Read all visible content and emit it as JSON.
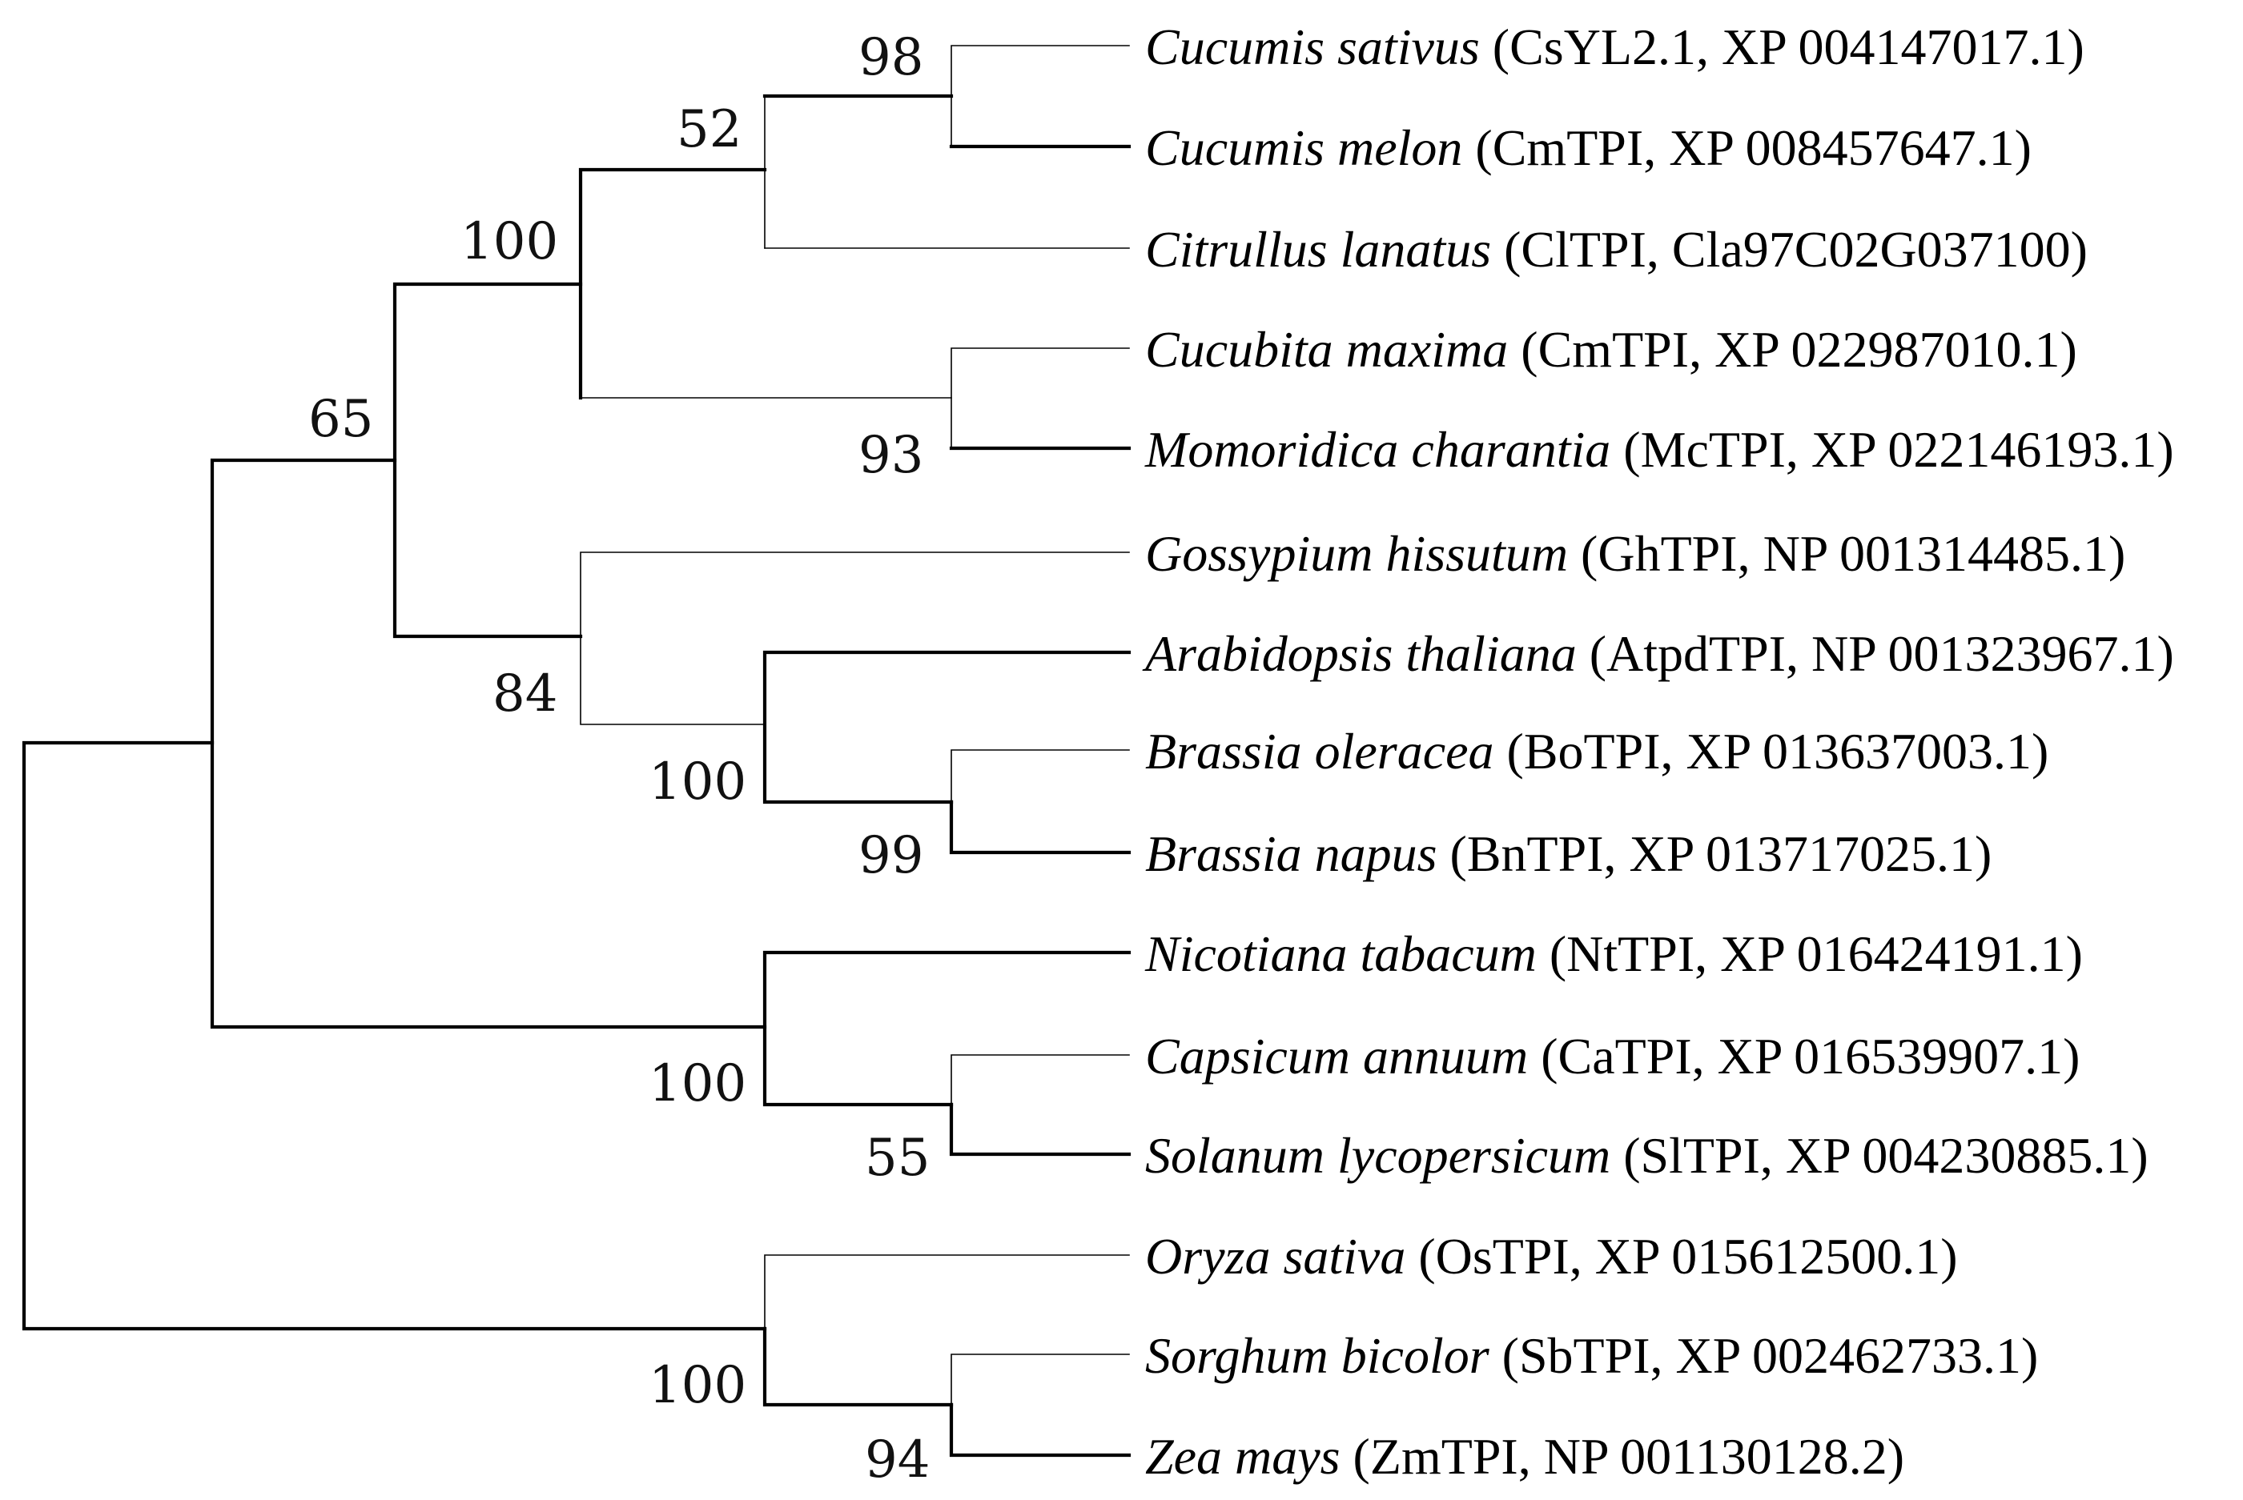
{
  "tree": {
    "taxa": [
      {
        "species": "Cucumis sativus",
        "accession": " (CsYL2.1, XP 004147017.1)"
      },
      {
        "species": "Cucumis melon",
        "accession": " (CmTPI, XP 008457647.1)"
      },
      {
        "species": "Citrullus lanatus",
        "accession": " (ClTPI, Cla97C02G037100)"
      },
      {
        "species": "Cucubita maxima",
        "accession": " (CmTPI, XP 022987010.1)"
      },
      {
        "species": "Momoridica charantia",
        "accession": " (McTPI, XP 022146193.1)"
      },
      {
        "species": "Gossypium hissutum",
        "accession": " (GhTPI, NP 001314485.1)"
      },
      {
        "species": "Arabidopsis thaliana",
        "accession": " (AtpdTPI, NP 001323967.1)"
      },
      {
        "species": "Brassia oleracea",
        "accession": " (BoTPI, XP 013637003.1)"
      },
      {
        "species": "Brassia napus",
        "accession": " (BnTPI, XP 013717025.1)"
      },
      {
        "species": "Nicotiana tabacum",
        "accession": " (NtTPI, XP 016424191.1)"
      },
      {
        "species": "Capsicum annuum",
        "accession": " (CaTPI, XP 016539907.1)"
      },
      {
        "species": "Solanum lycopersicum",
        "accession": " (SlTPI, XP 004230885.1)"
      },
      {
        "species": "Oryza sativa",
        "accession": " (OsTPI, XP 015612500.1)"
      },
      {
        "species": "Sorghum bicolor",
        "accession": " (SbTPI, XP 002462733.1)"
      },
      {
        "species": "Zea mays",
        "accession": " (ZmTPI, NP 001130128.2)"
      }
    ],
    "bootstrap": {
      "cucumis": "98",
      "cucumis_citrullus": "52",
      "cucurbitaceae": "100",
      "cucurbita_momordica": "93",
      "eudicot_rosid": "65",
      "malvales_brassicales": "84",
      "brassicales": "100",
      "brassica": "99",
      "solanaceae": "100",
      "capsicum_solanum": "55",
      "poaceae": "100",
      "sorghum_zea": "94"
    }
  }
}
